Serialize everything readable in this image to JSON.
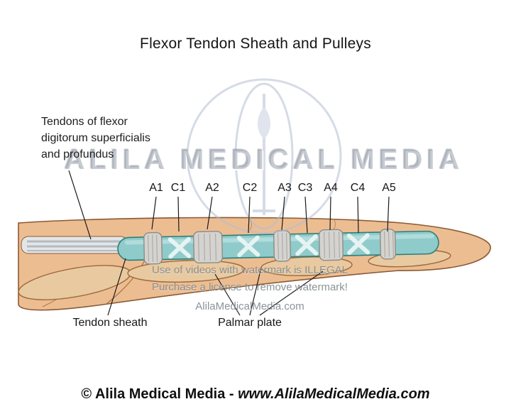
{
  "title": "Flexor Tendon Sheath and Pulleys",
  "annotations": {
    "tendons_lines": [
      "Tendons of flexor",
      "digitorum superficialis",
      "and profundus"
    ],
    "tendon_sheath": "Tendon sheath",
    "palmar_plate": "Palmar plate"
  },
  "pulleys": [
    {
      "label": "A1"
    },
    {
      "label": "C1"
    },
    {
      "label": "A2"
    },
    {
      "label": "C2"
    },
    {
      "label": "A3"
    },
    {
      "label": "C3"
    },
    {
      "label": "A4"
    },
    {
      "label": "C4"
    },
    {
      "label": "A5"
    }
  ],
  "watermark": {
    "brand": "ALILA MEDICAL MEDIA",
    "notice_line1": "Use of videos with watermark is ILLEGAL",
    "notice_line2": "Purchase a license to remove watermark!",
    "notice_line3": "AlilaMedicalMedia.com"
  },
  "footer": {
    "copyright": "© Alila Medical Media - ",
    "website": "www.AlilaMedicalMedia.com"
  },
  "colors": {
    "skin": "#edbd92",
    "skin_outline": "#8a5a33",
    "sheath": "#8fcbca",
    "sheath_outline": "#2e7d7c",
    "pulley_band": "#d4d3cf",
    "bone": "#e9c9a0",
    "watermark": "#aab4c4",
    "text": "#1a1a1a"
  }
}
